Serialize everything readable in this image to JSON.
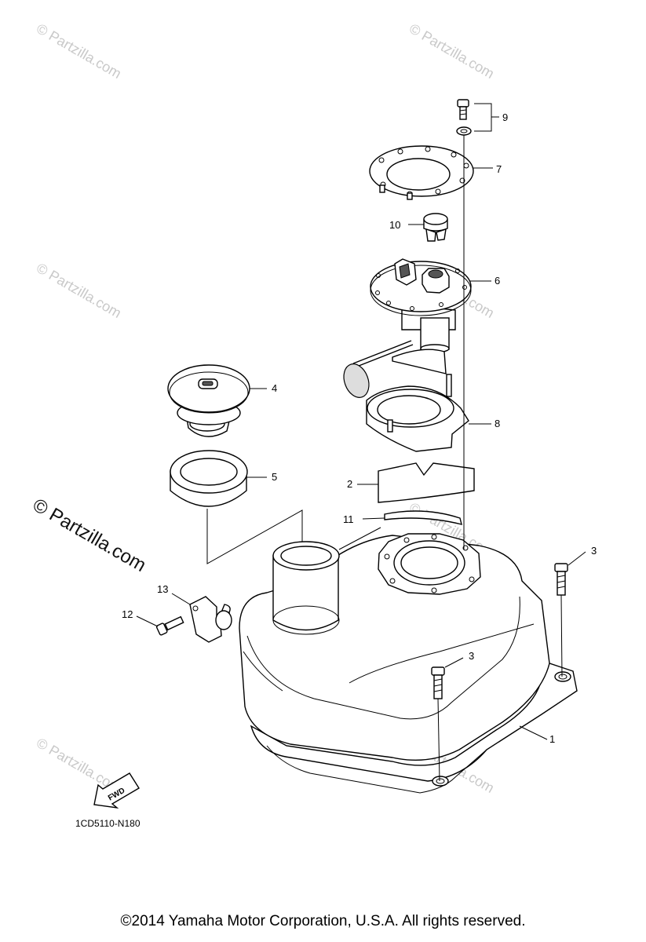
{
  "watermarks": {
    "faint_text": "© Partzilla.com",
    "main_text": "© Partzilla.com"
  },
  "callouts": {
    "p1": "1",
    "p2": "2",
    "p3a": "3",
    "p3b": "3",
    "p4": "4",
    "p5": "5",
    "p6": "6",
    "p7": "7",
    "p8": "8",
    "p9": "9",
    "p10": "10",
    "p11": "11",
    "p12": "12",
    "p13": "13"
  },
  "fwd_label": "FWD",
  "diagram_code": "1CD5110-N180",
  "copyright": "©2014 Yamaha Motor Corporation, U.S.A. All rights reserved."
}
